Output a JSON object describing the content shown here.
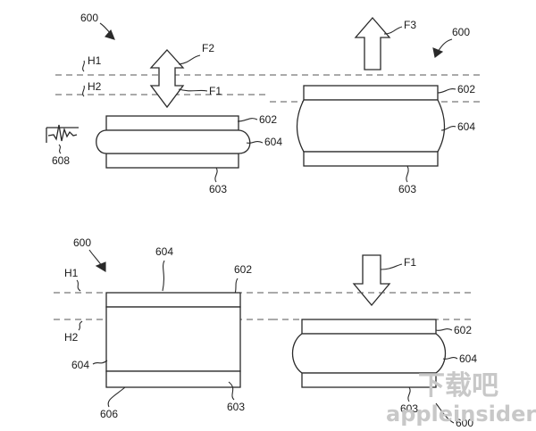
{
  "labels": {
    "tl_600": "600",
    "tl_h1": "H1",
    "tl_h2": "H2",
    "tl_f2": "F2",
    "tl_f1": "F1",
    "tl_602": "602",
    "tl_604": "604",
    "tl_603": "603",
    "tl_608": "608",
    "tr_f3": "F3",
    "tr_600": "600",
    "tr_602": "602",
    "tr_604": "604",
    "tr_603": "603",
    "bl_600": "600",
    "bl_604_top": "604",
    "bl_602": "602",
    "bl_h1": "H1",
    "bl_h2": "H2",
    "bl_604_side": "604",
    "bl_606": "606",
    "bl_603": "603",
    "br_f1": "F1",
    "br_602": "602",
    "br_604": "604",
    "br_603": "603",
    "br_600": "600"
  },
  "watermark": {
    "text": "appleinsider",
    "logo": "下载吧"
  }
}
